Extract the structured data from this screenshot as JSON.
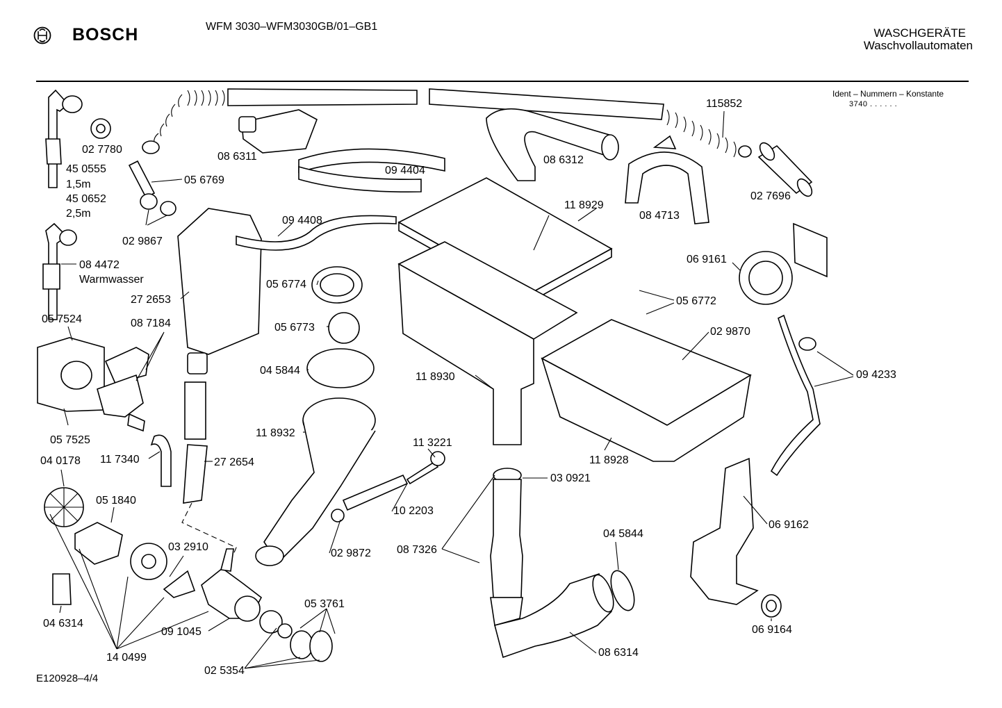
{
  "header": {
    "brand": "BOSCH",
    "model": "WFM 3030–WFM3030GB/01–GB1",
    "category": "WASCHGERÄTE",
    "subcategory": "Waschvollautomaten"
  },
  "ident": {
    "label": "Ident – Nummern – Konstante",
    "value": "3740  .  .     .  .  .  ."
  },
  "footer": {
    "code": "E120928–4/4"
  },
  "labels": {
    "p027780": "02 7780",
    "p450555": "45 0555",
    "len15": "1,5m",
    "p450652": "45 0652",
    "len25": "2,5m",
    "p056769": "05 6769",
    "p029867": "02 9867",
    "p084472": "08 4472",
    "warmwasser": "Warmwasser",
    "p086311": "08 6311",
    "p094404": "09 4404",
    "p086312": "08 6312",
    "p115852": "115852",
    "p084713": "08 4713",
    "p027696": "02 7696",
    "p118929": "11 8929",
    "p094408": "09 4408",
    "p272653": "27 2653",
    "p056774": "05 6774",
    "p056773": "05 6773",
    "p045844a": "04 5844",
    "p069161": "06 9161",
    "p056772": "05 6772",
    "p029870": "02 9870",
    "p094233": "09 4233",
    "p057524": "05 7524",
    "p087184": "08 7184",
    "p057525": "05 7525",
    "p118930": "11 8930",
    "p118932": "11 8932",
    "p113221": "11 3221",
    "p117340": "11 7340",
    "p272654": "27 2654",
    "p118928": "11 8928",
    "p040178": "04 0178",
    "p051840": "05 1840",
    "p030921": "03 0921",
    "p102203": "10 2203",
    "p069162": "06 9162",
    "p032910": "03 2910",
    "p029872": "02 9872",
    "p087326": "08 7326",
    "p045844b": "04 5844",
    "p046314": "04 6314",
    "p091045": "09 1045",
    "p053761": "05 3761",
    "p069164": "06 9164",
    "p140499": "14 0499",
    "p025354": "02 5354",
    "p086314": "08 6314"
  }
}
